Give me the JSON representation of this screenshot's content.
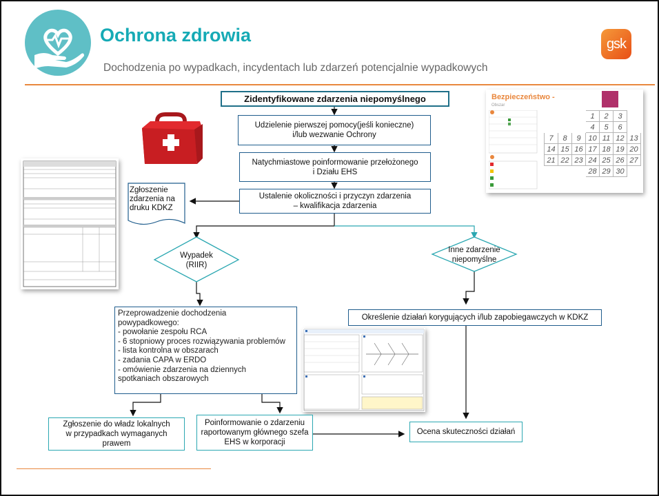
{
  "header": {
    "title": "Ochrona zdrowia",
    "subtitle": "Dochodzenia po wypadkach, incydentach lub zdarzeń potencjalnie wypadkowych",
    "brand": "gsk"
  },
  "flow": {
    "start": "Zidentyfikowane zdarzenia niepomyślnego",
    "step1": [
      "Udzielenie pierwszej pomocy(jeśli konieczne)",
      "i/lub wezwanie Ochrony"
    ],
    "step2": [
      "Natychmiastowe poinformowanie przełożonego",
      "i Działu EHS"
    ],
    "step3": [
      "Ustalenie okoliczności  i przyczyn zdarzenia",
      "– kwalifikacja zdarzenia"
    ],
    "doc_note": [
      "Zgłoszenie",
      "zdarzenia na",
      "druku KDKZ"
    ],
    "decision_left": [
      "Wypadek",
      "(RIIR)"
    ],
    "decision_right": [
      "Inne zdarzenie",
      "niepomyślne"
    ],
    "investigation": [
      "Przeprowadzenie dochodzenia",
      "powypadkowego:",
      "- powołanie zespołu RCA",
      "- 6 stopniowy proces rozwiązywania problemów",
      "- lista kontrolna w obszarach",
      "- zadania CAPA w ERDO",
      "- omówienie zdarzenia na dziennych",
      "spotkaniach obszarowych"
    ],
    "corrective": "Określenie działań korygujących i/lub zapobiegawczych w KDKZ",
    "report_local": [
      "Zgłoszenie do władz lokalnych",
      "w przypadkach wymaganych",
      "prawem"
    ],
    "inform_ehs": [
      "Poinformowanie o zdarzeniu",
      "raportowanym głównego szefa",
      "EHS w korporacji"
    ],
    "evaluation": "Ocena skuteczności działań"
  },
  "calendar": {
    "title": "Bezpieczeństwo -",
    "subtitle": "Obszar",
    "days": [
      [
        "",
        "",
        "",
        "1",
        "2",
        "3",
        ""
      ],
      [
        "",
        "",
        "",
        "4",
        "5",
        "6",
        ""
      ],
      [
        "7",
        "8",
        "9",
        "10",
        "11",
        "12",
        "13"
      ],
      [
        "14",
        "15",
        "16",
        "17",
        "18",
        "19",
        "20"
      ],
      [
        "21",
        "22",
        "23",
        "24",
        "25",
        "26",
        "27"
      ],
      [
        "",
        "",
        "",
        "28",
        "29",
        "30",
        ""
      ]
    ]
  },
  "colors": {
    "accent_teal": "#16aab5",
    "accent_orange": "#e9873d",
    "box_border": "#1e5c8c",
    "firstaid_red": "#e22a2e"
  }
}
